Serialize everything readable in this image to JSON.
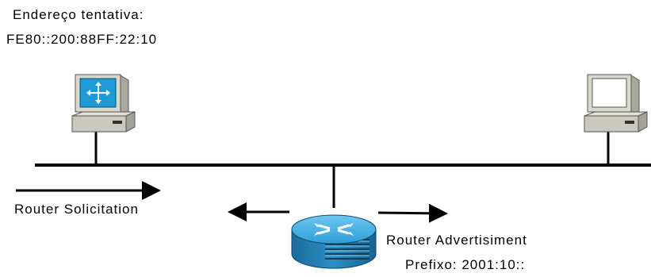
{
  "host_left": {
    "address_caption": "Endereço tentativa:",
    "address_value": "FE80::200:88FF:22:10"
  },
  "router_solicitation_label": "Router Solicitation",
  "router_advertisement": {
    "label": "Router Advertisiment",
    "prefix_label": "Prefixo: 2001:10::"
  },
  "colors": {
    "line": "#000000",
    "pc_body": "#d4d4c8",
    "pc_screen_blue": "#1e9bd6",
    "router_top": "#39a9df",
    "router_side": "#1b6f9e"
  },
  "icons": {
    "left_host": "pc-with-router-screen-icon",
    "right_host": "pc-blank-screen-icon",
    "router": "router-icon"
  }
}
